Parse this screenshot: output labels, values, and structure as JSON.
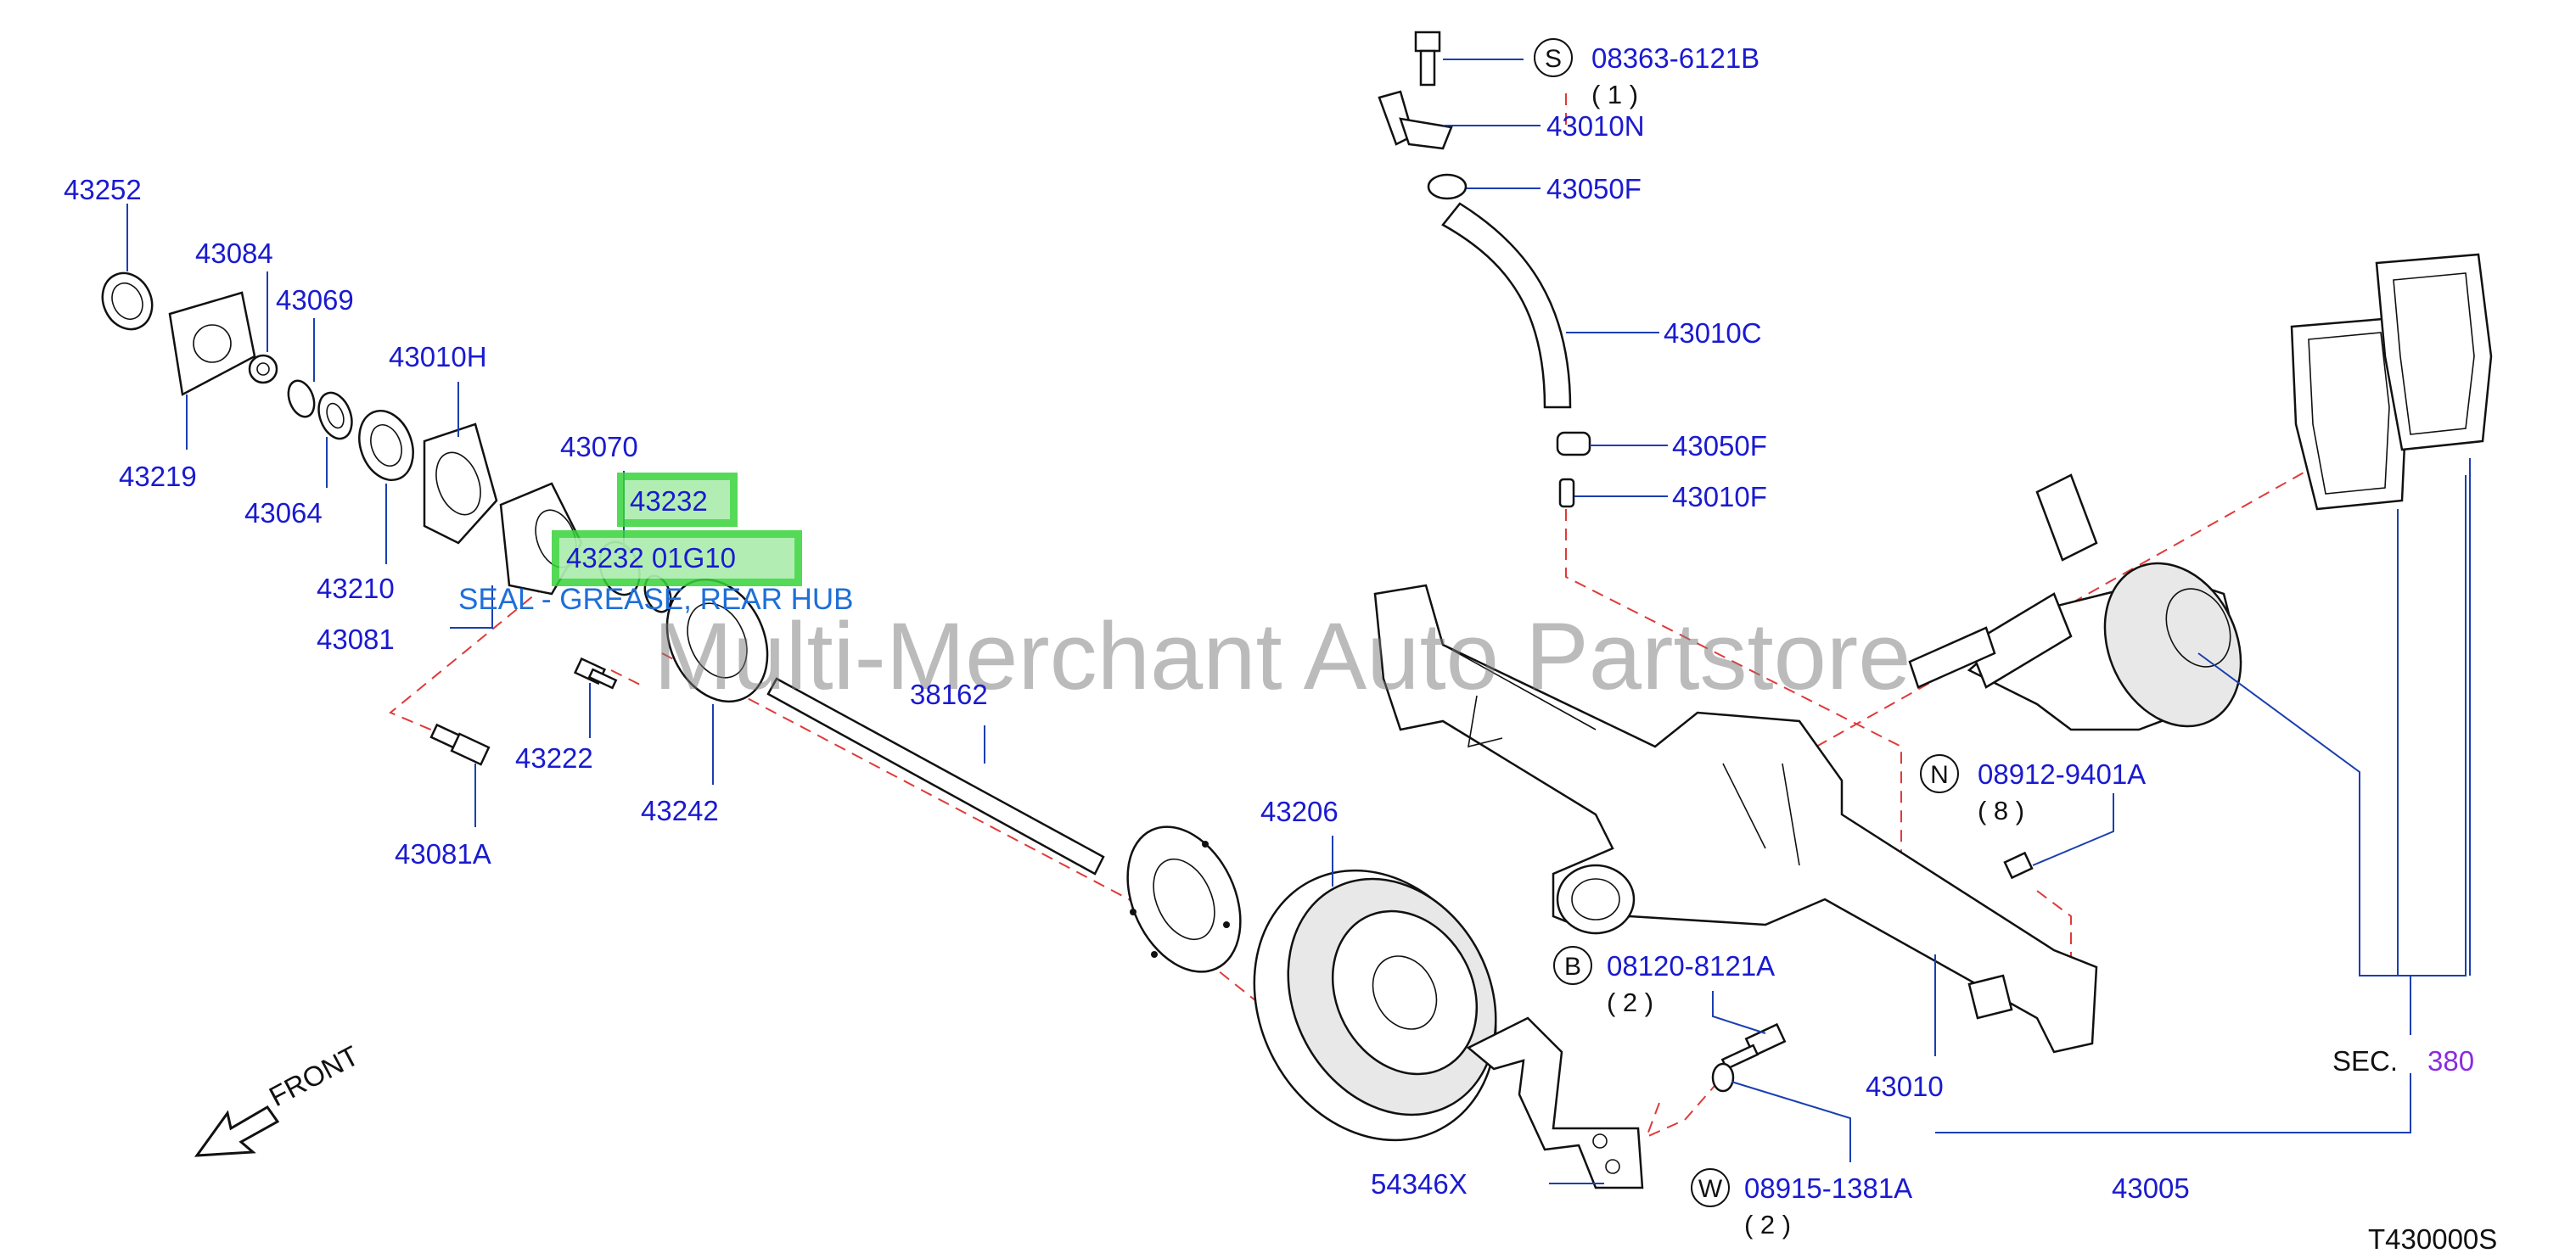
{
  "diagram": {
    "parts": {
      "p43252": "43252",
      "p43084": "43084",
      "p43069": "43069",
      "p43010H": "43010H",
      "p43219": "43219",
      "p43064": "43064",
      "p43070": "43070",
      "p43210": "43210",
      "p43081": "43081",
      "p43222": "43222",
      "p43081A": "43081A",
      "p43242": "43242",
      "p38162": "38162",
      "p43206": "43206",
      "p43232": "43232",
      "p43232G": "43232 01G10",
      "seal_desc": "SEAL - GREASE, REAR HUB",
      "p08363": "08363-6121B",
      "p08363_qty": "( 1 )",
      "p43010N": "43010N",
      "p43050F_top": "43050F",
      "p43010C": "43010C",
      "p43050F_bot": "43050F",
      "p43010F": "43010F",
      "p08912": "08912-9401A",
      "p08912_qty": "( 8 )",
      "p08120": "08120-8121A",
      "p08120_qty": "( 2 )",
      "p08915": "08915-1381A",
      "p08915_qty": "( 2 )",
      "p43010": "43010",
      "p43005": "43005",
      "p54346X": "54346X",
      "sec": "SEC.",
      "sec_num": "380",
      "front": "FRONT",
      "code": "T430000S"
    },
    "symbols": {
      "s": "S",
      "n": "N",
      "b": "B",
      "w": "W"
    },
    "watermark": "Multi-Merchant Auto Partstore",
    "colors": {
      "part_number": "#1a1ad0",
      "seal_label": "#1e6fd8",
      "highlight": "#36d43a",
      "dash": "#e03a3a",
      "section": "#8a2be2"
    }
  }
}
